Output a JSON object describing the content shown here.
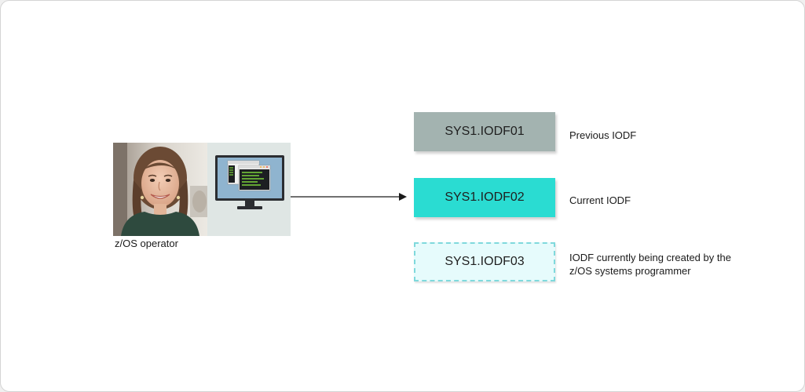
{
  "operator": {
    "caption": "z/OS operator",
    "panel_color": "#dfe6e4",
    "icons": [
      "person-photo",
      "monitor-icon"
    ]
  },
  "datasets": [
    {
      "label": "SYS1.IODF01",
      "description": [
        "Previous IODF"
      ],
      "fill": "#a3b3b0",
      "style": "solid"
    },
    {
      "label": "SYS1.IODF02",
      "description": [
        "Current IODF"
      ],
      "fill": "#2adcd2",
      "style": "solid"
    },
    {
      "label": "SYS1.IODF03",
      "description": [
        "IODF currently being created by the",
        "z/OS systems programmer"
      ],
      "fill": "#e6fbfc",
      "border": "#7fd9dc",
      "style": "dashed"
    }
  ],
  "connector": {
    "from": "operator",
    "to": "SYS1.IODF02",
    "color": "#1a1a1a"
  }
}
